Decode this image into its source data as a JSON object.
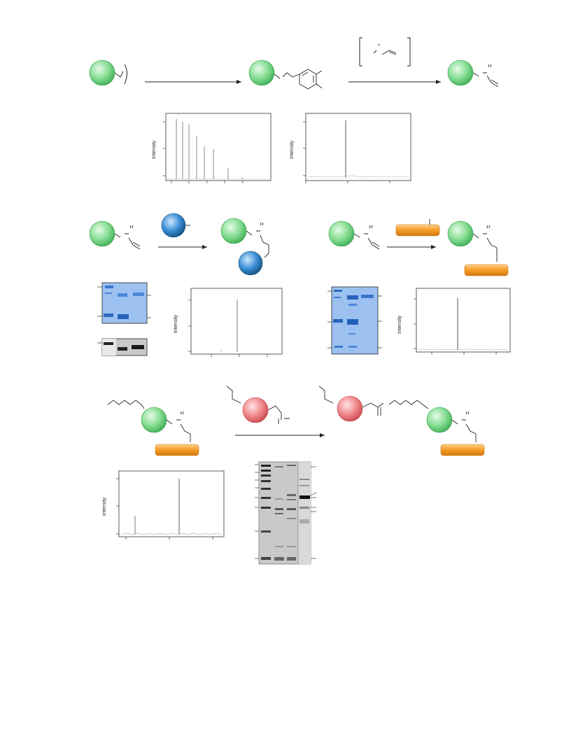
{
  "figure": {
    "ylabel_intensity": "Intensity"
  },
  "colors": {
    "green_sphere": "#7cd98a",
    "blue_sphere": "#2f86c8",
    "red_sphere": "#ee7b7f",
    "orange_tag": "#f0a030",
    "coomassie_blue": "#4d86d8",
    "gel_gray": "#bdbdbd",
    "line": "#222222"
  },
  "icons": [
    "green-protein-sphere",
    "blue-protein-sphere",
    "red-protein-sphere",
    "orange-peptide-tag"
  ],
  "panels": {
    "ms_top_left": {
      "ylabel": "Intensity",
      "peaks": [
        1.0,
        0.95,
        0.92,
        0.72,
        0.55,
        0.5,
        0.18,
        0.03
      ]
    },
    "ms_top_right": {
      "ylabel": "Intensity",
      "peaks": [
        1.0
      ]
    },
    "ms_middle_left": {
      "ylabel": "Intensity",
      "peaks": [
        1.0
      ]
    },
    "ms_middle_right": {
      "ylabel": "Intensity",
      "peaks": [
        1.0
      ]
    },
    "ms_bottom": {
      "ylabel": "Intensity",
      "peaks": [
        0.3,
        1.0
      ]
    }
  }
}
